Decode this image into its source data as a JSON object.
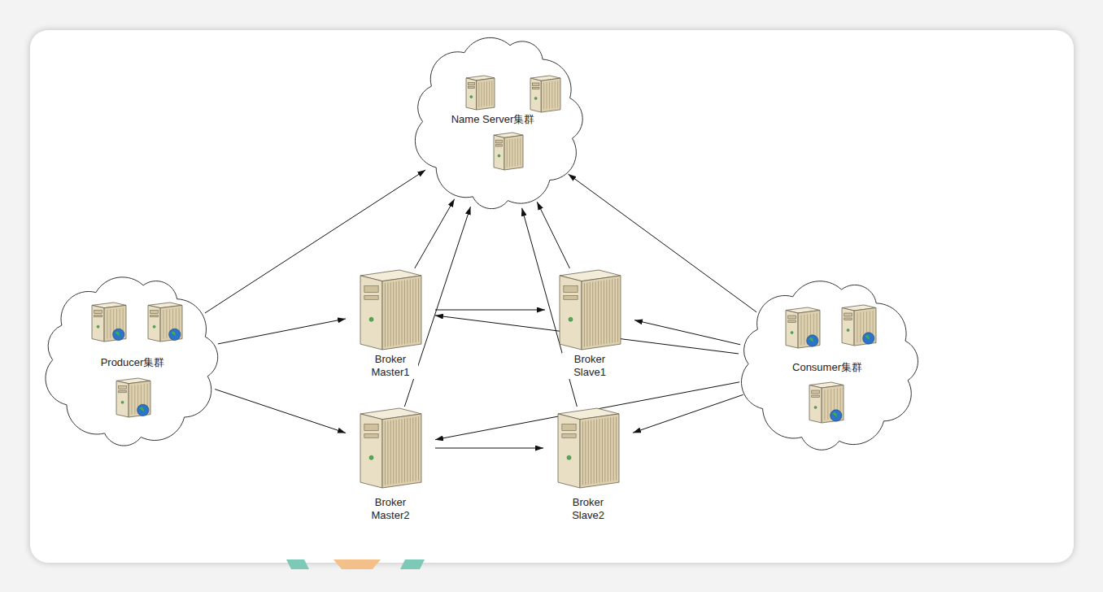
{
  "diagram": {
    "nodes": [
      {
        "text": [
          "Name Server集群"
        ]
      },
      {
        "text": [
          "Producer集群"
        ]
      },
      {
        "text": [
          "Broker Master1"
        ]
      },
      {
        "text": [
          "Broker Slave1"
        ]
      },
      {
        "text": [
          "Consumer集群"
        ]
      },
      {
        "text": [
          "Broker Master2"
        ]
      },
      {
        "text": [
          "Broker Slave2"
        ]
      }
    ],
    "edges": [
      {
        "from": 1,
        "to": 0,
        "arrow": "to"
      },
      {
        "from": 1,
        "to": 2,
        "arrow": "to"
      },
      {
        "from": 1,
        "to": 5,
        "arrow": "to"
      },
      {
        "from": 2,
        "to": 0,
        "arrow": "to"
      },
      {
        "from": 5,
        "to": 0,
        "arrow": "to"
      },
      {
        "from": 3,
        "to": 0,
        "arrow": "to"
      },
      {
        "from": 6,
        "to": 0,
        "arrow": "to"
      },
      {
        "from": 4,
        "to": 0,
        "arrow": "to"
      },
      {
        "from": 2,
        "to": 3,
        "arrow": "to"
      },
      {
        "from": 5,
        "to": 6,
        "arrow": "to"
      },
      {
        "from": 4,
        "to": 2,
        "arrow": "to"
      },
      {
        "from": 4,
        "to": 3,
        "arrow": "to"
      },
      {
        "from": 4,
        "to": 5,
        "arrow": "to"
      },
      {
        "from": 4,
        "to": 6,
        "arrow": "to"
      }
    ]
  }
}
